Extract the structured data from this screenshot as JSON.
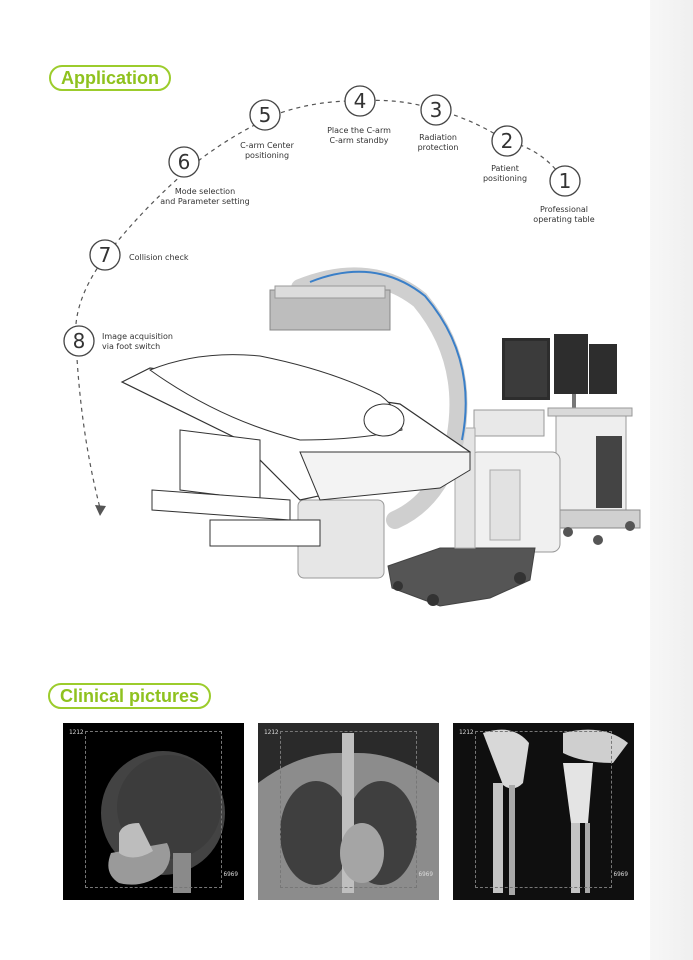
{
  "sections": {
    "application_title": "Application",
    "clinical_title": "Clinical pictures"
  },
  "steps": [
    {
      "num": "1",
      "label_lines": [
        "Professional",
        "operating table"
      ]
    },
    {
      "num": "2",
      "label_lines": [
        "Patient",
        "positioning"
      ]
    },
    {
      "num": "3",
      "label_lines": [
        "Radiation",
        "protection"
      ]
    },
    {
      "num": "4",
      "label_lines": [
        "Place the C-arm",
        "C-arm standby"
      ]
    },
    {
      "num": "5",
      "label_lines": [
        "C-arm Center",
        "positioning"
      ]
    },
    {
      "num": "6",
      "label_lines": [
        "Mode selection",
        "and Parameter setting"
      ]
    },
    {
      "num": "7",
      "label_lines": [
        "Collision check"
      ]
    },
    {
      "num": "8",
      "label_lines": [
        "Image acquisition",
        "via foot switch"
      ]
    }
  ],
  "clinical_pictures": [
    {
      "subject": "skull-lateral-xray",
      "corner_top_left": "1212",
      "corner_bottom_right": "6969"
    },
    {
      "subject": "chest-pa-xray",
      "corner_top_left": "1212",
      "corner_bottom_right": "6969"
    },
    {
      "subject": "knee-leg-xray",
      "corner_top_left": "1212",
      "corner_bottom_right": "6969"
    }
  ]
}
